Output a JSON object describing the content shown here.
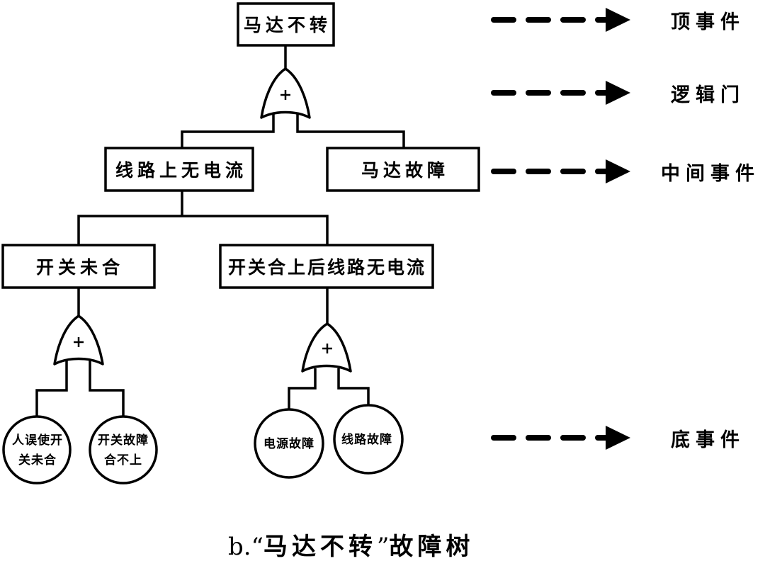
{
  "diagram": {
    "type": "fault-tree",
    "top_event": "马达不转",
    "top_gate": {
      "type": "OR",
      "symbol": "+"
    },
    "intermediate_events": [
      {
        "id": "no_current",
        "label": "线路上无电流"
      },
      {
        "id": "motor_fault",
        "label": "马达故障"
      }
    ],
    "sub_events": [
      {
        "id": "switch_open",
        "label": "开关未合"
      },
      {
        "id": "no_current_after_close",
        "label": "开关合上后线路无电流"
      }
    ],
    "gates": [
      {
        "id": "gate_switch_open",
        "type": "OR",
        "symbol": "+"
      },
      {
        "id": "gate_no_current_after_close",
        "type": "OR",
        "symbol": "+"
      }
    ],
    "basic_events": [
      {
        "id": "human_error",
        "line1": "人误使开",
        "line2": "关未合"
      },
      {
        "id": "switch_fault",
        "line1": "开关故障",
        "line2": "合不上"
      },
      {
        "id": "power_fault",
        "line1": "电源故障",
        "line2": ""
      },
      {
        "id": "line_fault",
        "line1": "线路故障",
        "line2": ""
      }
    ]
  },
  "legend": [
    {
      "label": "顶事件"
    },
    {
      "label": "逻辑门"
    },
    {
      "label": "中间事件"
    },
    {
      "label": "底事件"
    }
  ],
  "caption": {
    "prefix": "b.",
    "open_quote": "“",
    "title": "马达不转",
    "close_quote": "”",
    "suffix": "故障树"
  }
}
